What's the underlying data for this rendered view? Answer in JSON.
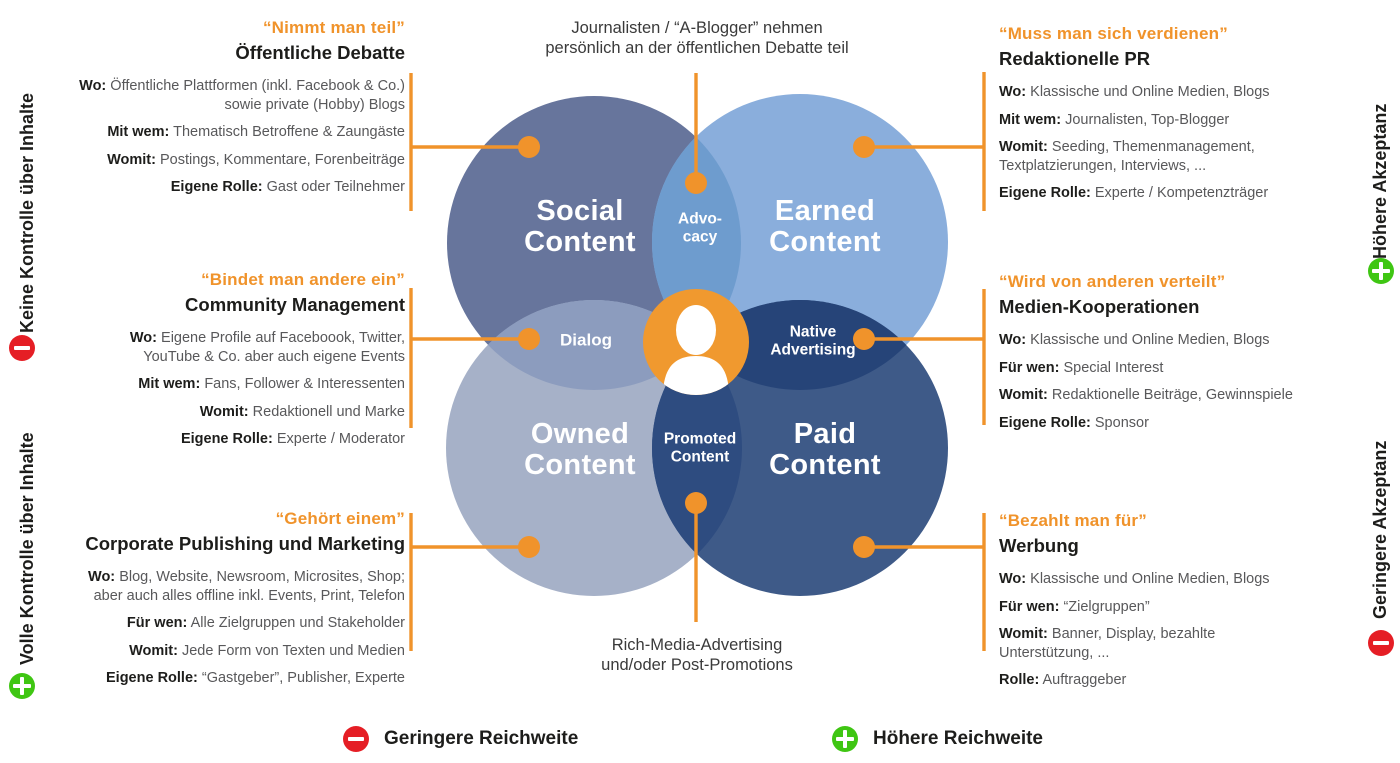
{
  "colors": {
    "accent_orange": "#F0932B",
    "negative_red": "#E51E25",
    "positive_green": "#3FC613",
    "social_circle": "#67759C",
    "earned_circle": "#8AAEDC",
    "owned_circle": "#A6B1C8",
    "paid_circle": "#3E5A88",
    "advocacy_overlap": "#6E9CCE",
    "dialog_overlap": "#8C9CBE",
    "native_overlap": "#264478",
    "promoted_overlap": "#2E4C80",
    "center_circle": "#F0992F"
  },
  "icons": {
    "minus": "−",
    "plus": "+",
    "person": "person-silhouette"
  },
  "axis_labels": {
    "left_top": "Keine Kontrolle über Inhalte",
    "left_bottom": "Volle Kontrolle über Inhalte",
    "right_top": "Höhere Akzeptanz",
    "right_bottom": "Geringere Akzeptanz"
  },
  "notes": {
    "top": {
      "line1": "Journalisten / “A-Blogger” nehmen",
      "line2": "persönlich an der öffentlichen Debatte teil"
    },
    "bottom": {
      "line1": "Rich-Media-Advertising",
      "line2": "und/oder Post-Promotions"
    }
  },
  "venn": {
    "social": {
      "line1": "Social",
      "line2": "Content"
    },
    "earned": {
      "line1": "Earned",
      "line2": "Content"
    },
    "owned": {
      "line1": "Owned",
      "line2": "Content"
    },
    "paid": {
      "line1": "Paid",
      "line2": "Content"
    },
    "advocacy": {
      "line1": "Advo-",
      "line2": "cacy"
    },
    "dialog": {
      "line1": "Dialog"
    },
    "native": {
      "line1": "Native",
      "line2": "Advertising"
    },
    "promoted": {
      "line1": "Promoted",
      "line2": "Content"
    }
  },
  "blocks": {
    "top_left": {
      "quote": "“Nimmt man teil”",
      "title": "Öffentliche Debatte",
      "rows": [
        {
          "label": "Wo:",
          "text": "Öffentliche Plattformen (inkl. Facebook & Co.)\nsowie private (Hobby) Blogs"
        },
        {
          "label": "Mit wem:",
          "text": "Thematisch Betroffene & Zaungäste"
        },
        {
          "label": "Womit:",
          "text": "Postings, Kommentare, Forenbeiträge"
        },
        {
          "label": "Eigene Rolle:",
          "text": "Gast oder Teilnehmer"
        }
      ]
    },
    "mid_left": {
      "quote": "“Bindet man andere ein”",
      "title": "Community Management",
      "rows": [
        {
          "label": "Wo:",
          "text": "Eigene Profile auf Faceboook, Twitter,\nYouTube & Co. aber auch eigene Events"
        },
        {
          "label": "Mit wem:",
          "text": "Fans, Follower & Interessenten"
        },
        {
          "label": "Womit:",
          "text": "Redaktionell und Marke"
        },
        {
          "label": "Eigene Rolle:",
          "text": "Experte / Moderator"
        }
      ]
    },
    "bottom_left": {
      "quote": "“Gehört einem”",
      "title": "Corporate Publishing und Marketing",
      "rows": [
        {
          "label": "Wo:",
          "text": "Blog, Website, Newsroom, Microsites, Shop;\naber auch alles offline inkl. Events, Print, Telefon"
        },
        {
          "label": "Für wen:",
          "text": "Alle Zielgruppen und Stakeholder"
        },
        {
          "label": "Womit:",
          "text": "Jede Form von Texten und Medien"
        },
        {
          "label": "Eigene Rolle:",
          "text": "“Gastgeber”, Publisher, Experte"
        }
      ]
    },
    "top_right": {
      "quote": "“Muss man sich verdienen”",
      "title": "Redaktionelle PR",
      "rows": [
        {
          "label": "Wo:",
          "text": "Klassische und Online Medien, Blogs"
        },
        {
          "label": "Mit wem:",
          "text": "Journalisten, Top-Blogger"
        },
        {
          "label": "Womit:",
          "text": "Seeding, Themenmanagement,\nTextplatzierungen, Interviews, ..."
        },
        {
          "label": "Eigene Rolle:",
          "text": "Experte / Kompetenzträger"
        }
      ]
    },
    "mid_right": {
      "quote": "“Wird von anderen verteilt”",
      "title": "Medien-Kooperationen",
      "rows": [
        {
          "label": "Wo:",
          "text": "Klassische und Online Medien, Blogs"
        },
        {
          "label": "Für wen:",
          "text": "Special Interest"
        },
        {
          "label": "Womit:",
          "text": "Redaktionelle Beiträge, Gewinnspiele"
        },
        {
          "label": "Eigene Rolle:",
          "text": "Sponsor"
        }
      ]
    },
    "bottom_right": {
      "quote": "“Bezahlt man für”",
      "title": "Werbung",
      "rows": [
        {
          "label": "Wo:",
          "text": "Klassische und Online Medien, Blogs"
        },
        {
          "label": "Für wen:",
          "text": "“Zielgruppen”"
        },
        {
          "label": "Womit:",
          "text": "Banner, Display, bezahlte\nUnterstützung, ..."
        },
        {
          "label": "Rolle:",
          "text": "Auftraggeber"
        }
      ]
    }
  },
  "legend": {
    "lower": "Geringere Reichweite",
    "higher": "Höhere Reichweite"
  }
}
